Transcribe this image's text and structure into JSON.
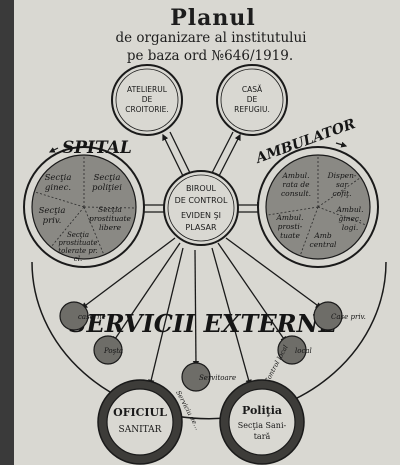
{
  "title": {
    "main": "Planul",
    "line2": "de organizare al institutului",
    "line3": "pe baza ord №646/1919."
  },
  "nodes": {
    "atelierul": [
      "ATELIERUL",
      "DE",
      "CROITORIE."
    ],
    "casa": [
      "CASĂ",
      "DE",
      "REFUGIU."
    ],
    "biroul": [
      "BIROUL",
      "DE CONTROL",
      "EVIDEN ŞI",
      "PLASAR"
    ],
    "spital_title": "SPITAL",
    "ambulator_title": "AMBULATOR",
    "spital_sections": {
      "s1": [
        "Secţia",
        "ginec."
      ],
      "s2": [
        "Secţia",
        "poliţiei"
      ],
      "s3": [
        "Secţia",
        "priv."
      ],
      "s4": [
        "Secţia",
        "prostituate",
        "libere"
      ],
      "s5": [
        "Secţia",
        "prostituate",
        "tolerate pr.",
        "cl."
      ]
    },
    "ambulator_sections": {
      "a1": [
        "Ambul.",
        "rata de",
        "consult."
      ],
      "a2": [
        "Dispen-",
        "sar",
        "cofiţ."
      ],
      "a3": [
        "Ambul.",
        "prosti-",
        "tuate"
      ],
      "a4": [
        "Ambul.",
        "ginec.",
        "logi."
      ],
      "a5": [
        "Amb",
        "central"
      ]
    },
    "servicii_title": "SERVICII EXTERNE",
    "small_circles": {
      "caserne": "caserne",
      "posta": "Poşta",
      "servitoare": "Servitoare",
      "localuri": "local",
      "case_priv": "Case priv."
    },
    "oficiul": [
      "OFICIUL",
      "SANITAR"
    ],
    "politia": [
      "Poliţia",
      "Secţia Sani-",
      "tară"
    ],
    "arrow_notes": {
      "left": "Serviciu de...",
      "right": "Control local"
    }
  }
}
